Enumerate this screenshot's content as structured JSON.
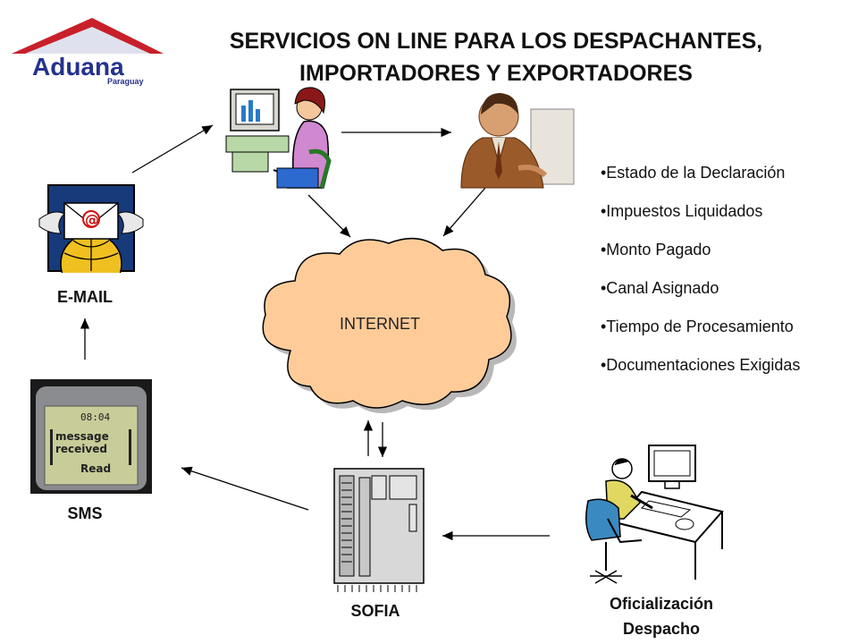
{
  "logo": {
    "name": "Aduana",
    "sub": "Paraguay",
    "colors": {
      "roof": "#c8202a",
      "text": "#23328c"
    }
  },
  "title": {
    "line1": "SERVICIOS ON LINE PARA LOS DESPACHANTES,",
    "line2": "IMPORTADORES Y EXPORTADORES"
  },
  "cloud_label": "INTERNET",
  "phone_screen": {
    "time": "08:04",
    "line1": "message",
    "line2": "received",
    "line3": "Read"
  },
  "labels": {
    "email": "E-MAIL",
    "sms": "SMS",
    "sofia": "SOFIA",
    "oficializacion_1": "Oficialización",
    "oficializacion_2": "Despacho"
  },
  "info_items": [
    "•Estado de la Declaración",
    "•Impuestos Liquidados",
    "•Monto Pagado",
    "•Canal Asignado",
    "•Tiempo de Procesamiento",
    "•Documentaciones Exigidas"
  ],
  "colors": {
    "cloud": "#ffcc99",
    "cloud_stroke": "#000000"
  }
}
